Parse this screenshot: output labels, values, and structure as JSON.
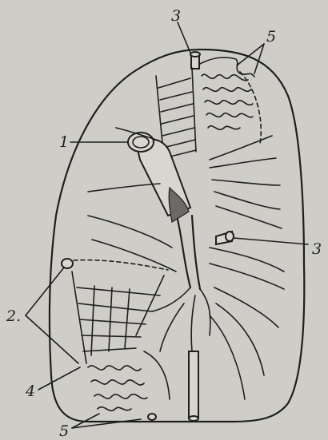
{
  "figure": {
    "labels": {
      "top_vessel": "3",
      "top_alveoli": "5",
      "left_artery": "1",
      "right_vessel": "3",
      "left_branches": "2.",
      "left_pleura": "4",
      "bottom_alveoli": "5"
    }
  }
}
